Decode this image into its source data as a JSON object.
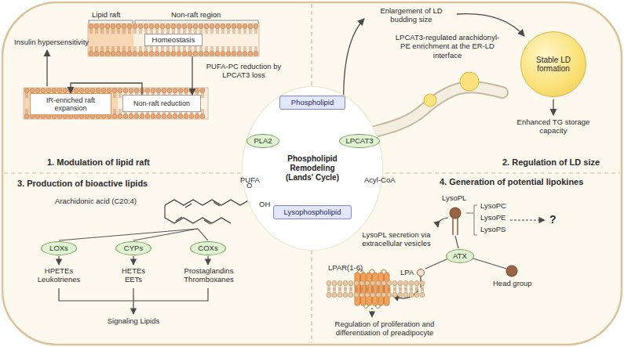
{
  "diagram": {
    "nodes": [
      {
        "text": [
          "Phospholipid Remodeling (Lands' Cycle)"
        ]
      },
      {
        "text": [
          "Phospholipid"
        ],
        "in": 0
      },
      {
        "text": [
          "PLA2"
        ],
        "in": 0
      },
      {
        "text": [
          "LPCAT3"
        ],
        "in": 0
      },
      {
        "text": [
          "Lysophospholipid"
        ],
        "in": 0
      },
      {
        "text": [
          "Homeostasis"
        ]
      },
      {
        "text": [
          "IR-enriched raft expansion"
        ]
      },
      {
        "text": [
          "Non-raft reduction"
        ]
      },
      {
        "text": [
          "Stable LD formation"
        ]
      },
      {
        "text": [
          "LOXs"
        ]
      },
      {
        "text": [
          "CYPs"
        ]
      },
      {
        "text": [
          "COXs"
        ]
      },
      {
        "text": [
          "ATX"
        ]
      }
    ],
    "edges": [
      {
        "from": 1,
        "to": 2,
        "arrow": "none"
      },
      {
        "from": 2,
        "to": 4,
        "arrow": "to"
      },
      {
        "from": 4,
        "to": 3,
        "arrow": "none"
      },
      {
        "from": 3,
        "to": 1,
        "arrow": "to"
      },
      {
        "from": 5,
        "to": 7,
        "arrow": "to"
      },
      {
        "from": 7,
        "to": 6,
        "arrow": "to"
      }
    ],
    "labels": [
      "Lipid raft",
      "Non-raft region",
      "PUFA-PC reduction by LPCAT3 loss",
      "Insulin hypersensitivity",
      "1. Modulation of lipid raft",
      "Enlargement of LD budding size",
      "LPCAT3-regulated arachidonyl-PE enrichment at the ER-LD interface",
      "Enhanced TG storage capacity",
      "2. Regulation of LD size",
      "PUFA",
      "Acyl-CoA",
      "3. Production of bioactive lipids",
      "Arachidonic acid (C20:4)",
      "OH",
      "O",
      "HPETEs Leukotrienes",
      "HETEs EETs",
      "Prostaglandins Thromboxanes",
      "Signaling Lipids",
      "4. Generation of potential lipokines",
      "LysoPL",
      "LysoPC",
      "LysoPE",
      "LysoPS",
      "?",
      "LysoPL secretion via extracellular vesicles",
      "Head group",
      "LPA",
      "LPAR(1-6)",
      "Regulation of proliferation and differentiation of preadipocyte"
    ]
  }
}
